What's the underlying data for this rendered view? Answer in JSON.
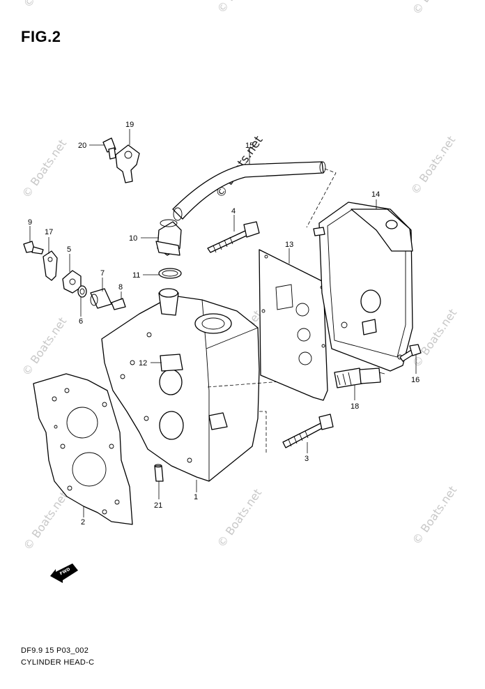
{
  "figure": {
    "title": "FIG.2",
    "code": "DF9.9 15 P03_002",
    "caption": "CYLINDER HEAD-C"
  },
  "watermark": {
    "text": "© Boats.net",
    "featured": "© Boats.net"
  },
  "direction_badge": "FWD",
  "callouts": {
    "c1": "1",
    "c2": "2",
    "c3": "3",
    "c4": "4",
    "c5": "5",
    "c6": "6",
    "c7": "7",
    "c8": "8",
    "c9": "9",
    "c10": "10",
    "c11": "11",
    "c12": "12",
    "c13": "13",
    "c14": "14",
    "c15": "15",
    "c16": "16",
    "c17": "17",
    "c18": "18",
    "c19": "19",
    "c20": "20",
    "c21": "21"
  }
}
